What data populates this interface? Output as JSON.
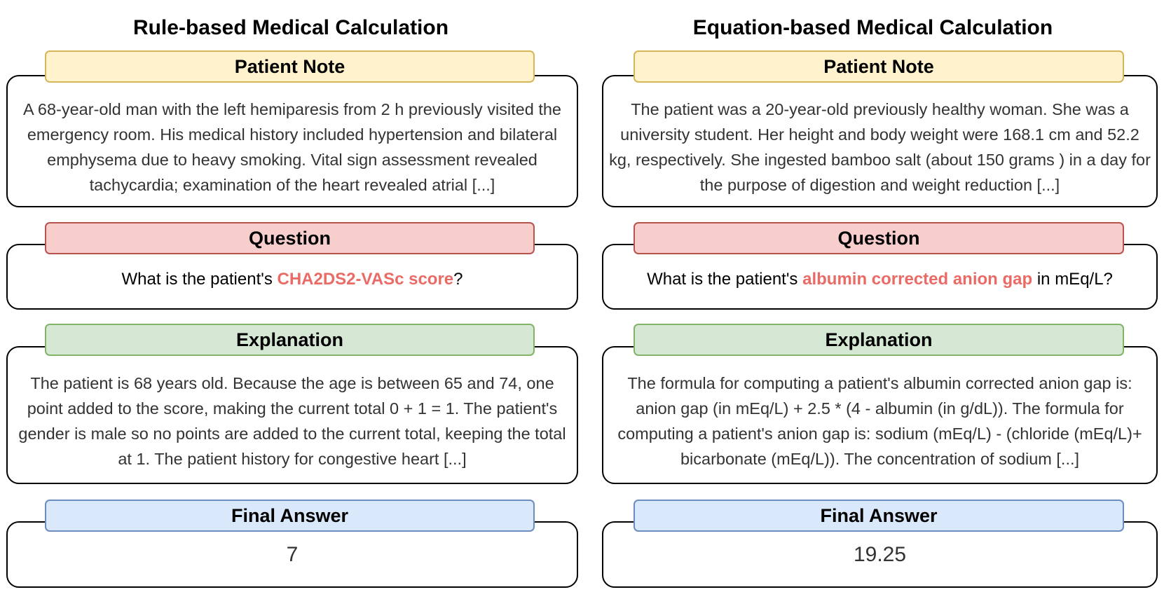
{
  "left": {
    "title": "Rule-based Medical Calculation",
    "patient_note_label": "Patient Note",
    "patient_note_text": "A 68-year-old man with the left hemiparesis from 2 h previously visited the emergency room. His medical history included hypertension and bilateral emphysema due to heavy smoking. Vital sign assessment revealed tachycardia; examination of the heart revealed atrial [...]",
    "question_label": "Question",
    "question_prefix": "What is the patient's ",
    "question_highlight": "CHA2DS2-VASc score",
    "question_suffix": "?",
    "explanation_label": "Explanation",
    "explanation_text": "The patient is 68 years old. Because the age is between 65 and 74, one point added to the score, making the current total 0 + 1 = 1. The patient's gender is male so no points are added to the current total, keeping the total at 1. The patient history for congestive heart [...]",
    "final_answer_label": "Final Answer",
    "final_answer_value": "7"
  },
  "right": {
    "title": "Equation-based Medical Calculation",
    "patient_note_label": "Patient Note",
    "patient_note_text": "The patient was a 20-year-old previously healthy woman. She was a university student. Her height and body weight were 168.1 cm and 52.2 kg, respectively. She ingested bamboo salt (about 150 grams ) in a day for the purpose of digestion and weight reduction [...]",
    "question_label": "Question",
    "question_prefix": "What is the patient's ",
    "question_highlight": "albumin corrected anion gap",
    "question_suffix": " in mEq/L?",
    "explanation_label": "Explanation",
    "explanation_text": "The formula for computing a patient's albumin corrected anion gap is: anion gap (in mEq/L) + 2.5 * (4 - albumin (in g/dL)). The formula for computing a patient's anion gap is: sodium (mEq/L) - (chloride (mEq/L)+ bicarbonate (mEq/L)). The concentration of sodium  [...]",
    "final_answer_label": "Final Answer",
    "final_answer_value": "19.25"
  },
  "colors": {
    "note_fill": "#fff2cc",
    "note_border": "#d6b656",
    "question_fill": "#f8cecc",
    "question_border": "#b85450",
    "explanation_fill": "#d5e8d4",
    "explanation_border": "#82b366",
    "answer_fill": "#dae8fc",
    "answer_border": "#6c8ebf",
    "highlight": "#ea6b66"
  }
}
